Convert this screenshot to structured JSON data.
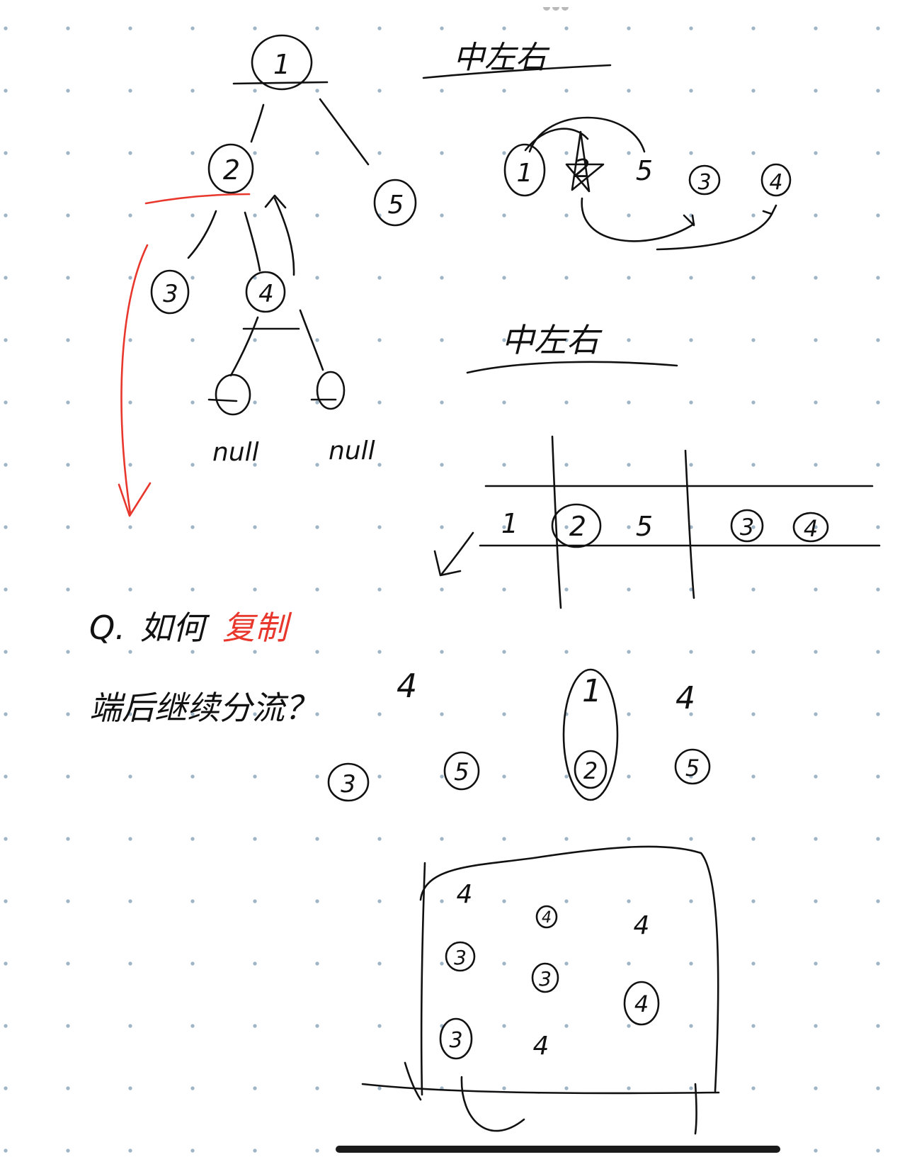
{
  "canvas": {
    "background": "#ffffff",
    "dot_color": "#9fb3c8",
    "ink_color": "#111111",
    "highlight_color": "#e8372c",
    "home_indicator_color": "#1a1a1a"
  },
  "tree": {
    "root_label": "1",
    "left_child_label": "2",
    "right_child_label": "5",
    "grandchild_left_label": "3",
    "grandchild_right_label": "4",
    "null_left_label": "null",
    "null_right_label": "null"
  },
  "traversal_1": {
    "heading": "中左右",
    "nodes": [
      "1",
      "2",
      "5",
      "3",
      "4"
    ]
  },
  "traversal_2": {
    "heading": "中左右",
    "cells": [
      "1",
      "2",
      "5",
      "3",
      "4"
    ]
  },
  "question": {
    "prefix": "Q.",
    "line1_normal": "如何",
    "line1_highlight": "复制",
    "line2": "端后继续分流？",
    "trailing_node": "4"
  },
  "grouping": {
    "row_top": [
      "1",
      "4"
    ],
    "row_bottom": [
      "3",
      "5",
      "2",
      "5"
    ]
  },
  "grid_box": {
    "cells": [
      "4",
      "4",
      "4",
      "3",
      "3",
      "4",
      "3",
      "4"
    ]
  }
}
